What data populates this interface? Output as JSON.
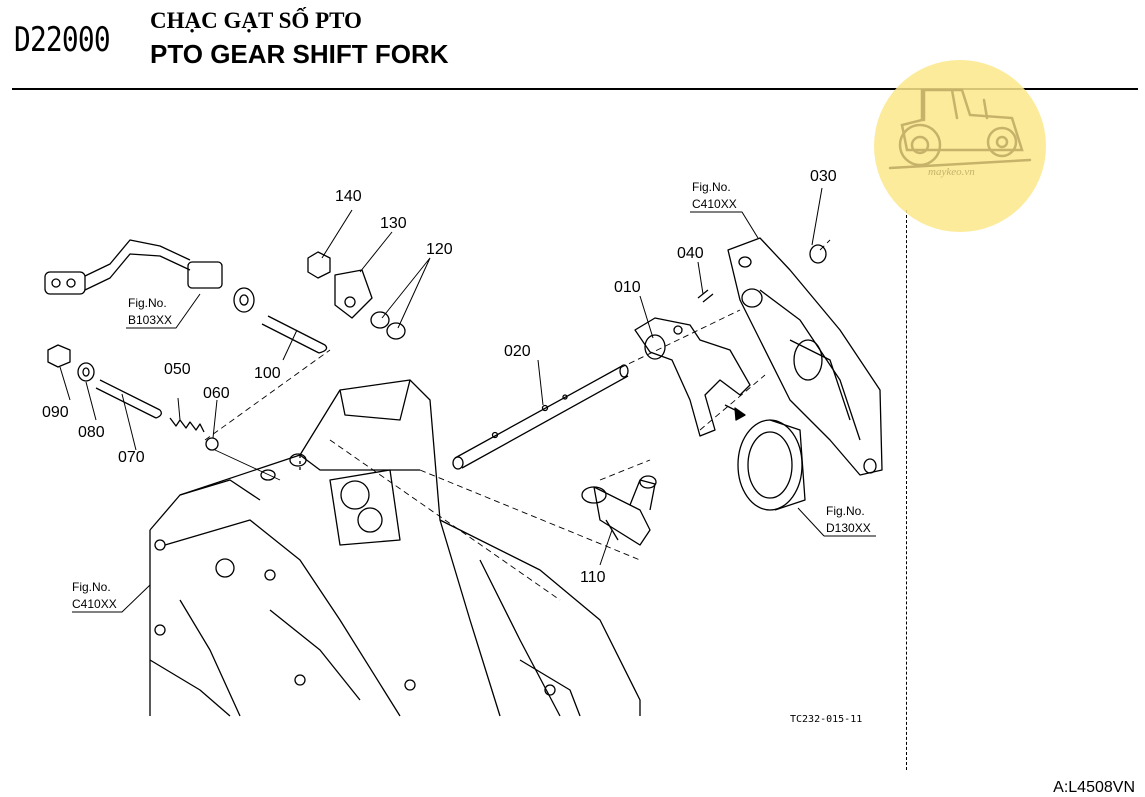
{
  "header": {
    "code": "D22000",
    "title_vi": "CHẠC GẠT SỐ PTO",
    "title_en": "PTO GEAR SHIFT FORK"
  },
  "parts": {
    "p010": "010",
    "p020": "020",
    "p030": "030",
    "p040": "040",
    "p050": "050",
    "p060": "060",
    "p070": "070",
    "p080": "080",
    "p090": "090",
    "p100": "100",
    "p110": "110",
    "p120": "120",
    "p130": "130",
    "p140": "140"
  },
  "figrefs": {
    "fig_label": "Fig.No.",
    "b103": "B103XX",
    "c410_top": "C410XX",
    "c410_left": "C410XX",
    "d130": "D130XX"
  },
  "drawing_code": "TC232-015-11",
  "footer": "A:L4508VN",
  "logo": {
    "text": "maykeo.vn",
    "icon": "tractor-icon",
    "color": "#fbe88a"
  }
}
